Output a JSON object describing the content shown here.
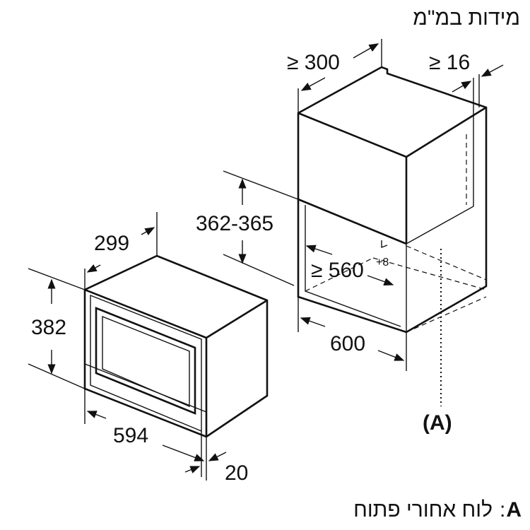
{
  "title": "מידות במ\"מ",
  "cabinet": {
    "depth": "≥ 300",
    "back_gap": "≥ 16",
    "opening_height": "362-365",
    "opening_width": "≥ 560",
    "opening_width_tolerance": "+8",
    "cabinet_width": "600",
    "marker": "(A)"
  },
  "appliance": {
    "depth": "299",
    "height": "382",
    "width": "594",
    "front_depth": "20"
  },
  "legend": {
    "key": "A",
    "separator": ":",
    "text": "לוח אחורי פתוח"
  }
}
